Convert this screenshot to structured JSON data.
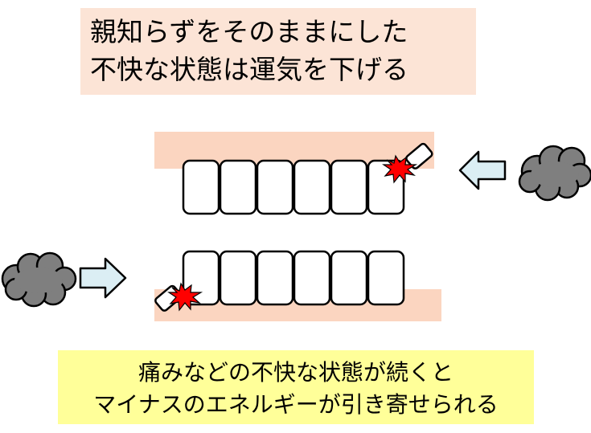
{
  "top_caption": {
    "line1": "親知らずをそのままにした",
    "line2": "不快な状態は運気を下げる"
  },
  "bottom_caption": {
    "line1": "痛みなどの不快な状態が続くと",
    "line2": "マイナスのエネルギーが引き寄せられる"
  },
  "colors": {
    "gum": "#fbd5c0",
    "top_caption_bg": "#fce4d6",
    "bottom_caption_bg": "#ffff99",
    "arrow_fill": "#dbeef4",
    "cloud_fill": "#7f7f7f",
    "impact": "#ff0000"
  },
  "icons": [
    "storm-cloud-icon",
    "arrow-left-icon",
    "arrow-right-icon",
    "impact-burst-icon"
  ]
}
